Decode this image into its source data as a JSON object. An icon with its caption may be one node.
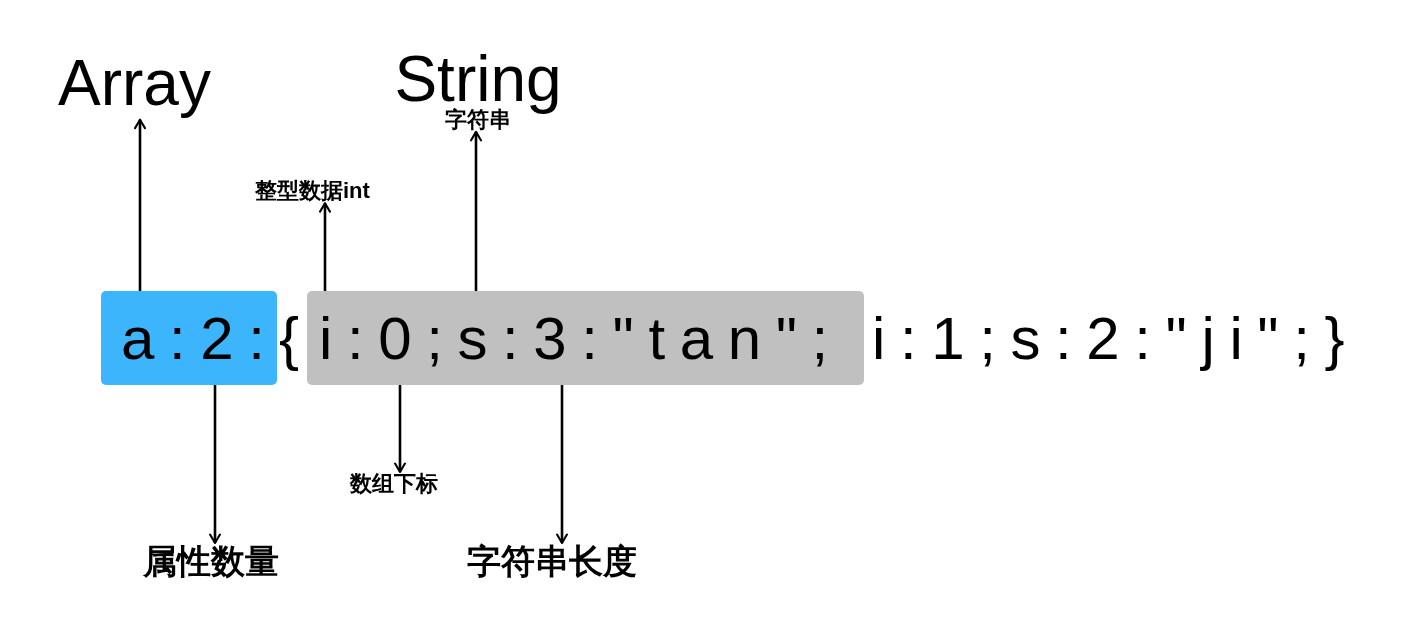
{
  "diagram": {
    "nodes": [
      {
        "text": [
          "Array"
        ]
      },
      {
        "text": [
          "String",
          "字符串"
        ]
      },
      {
        "text": [
          "整型数据int"
        ]
      },
      {
        "text": [
          "a:2:"
        ]
      },
      {
        "text": [
          "i:0;s:3:\"tan\";"
        ]
      },
      {
        "text": [
          "数组下标"
        ]
      },
      {
        "text": [
          "属性数量"
        ]
      },
      {
        "text": [
          "字符串长度"
        ]
      }
    ],
    "edges": [
      {
        "from": 3,
        "to": 0,
        "arrow": "to"
      },
      {
        "from": 4,
        "to": 2,
        "arrow": "to"
      },
      {
        "from": 4,
        "to": 1,
        "arrow": "to"
      },
      {
        "from": 3,
        "to": 6,
        "arrow": "to"
      },
      {
        "from": 4,
        "to": 5,
        "arrow": "to"
      },
      {
        "from": 4,
        "to": 7,
        "arrow": "to"
      }
    ],
    "labels": [
      "{",
      "i:1;s:2:\"ji\";}"
    ]
  }
}
